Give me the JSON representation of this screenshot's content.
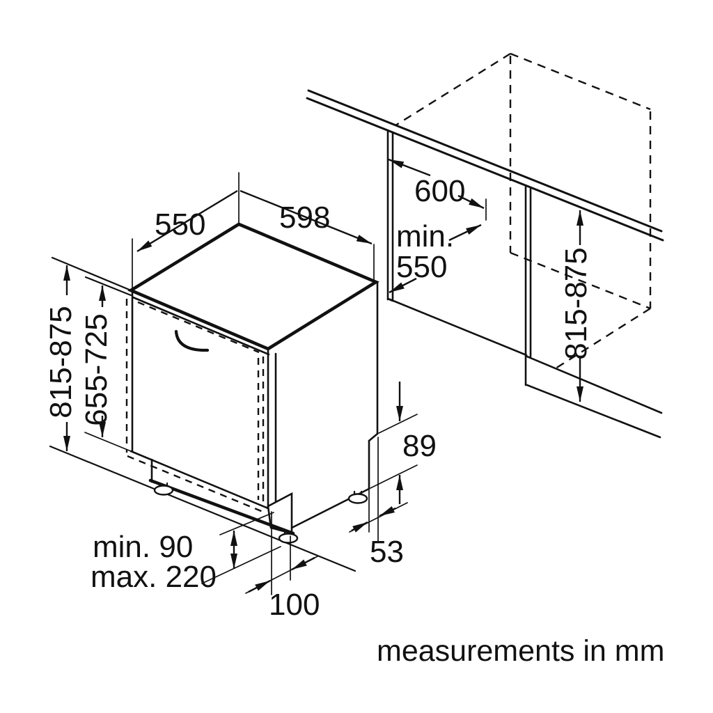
{
  "note": "measurements in mm",
  "dimensions": {
    "appliance_depth": "550",
    "appliance_width": "598",
    "worktop_depth": "600",
    "niche_depth_label": "min.",
    "niche_depth_value": "550",
    "appliance_height": "815-875",
    "furniture_door_height": "655-725",
    "niche_height": "815-875",
    "rear_step_height": "89",
    "rear_step_depth": "53",
    "base_inset_front": "100",
    "plinth_clearance_min": "min. 90",
    "plinth_clearance_max": "max. 220"
  }
}
